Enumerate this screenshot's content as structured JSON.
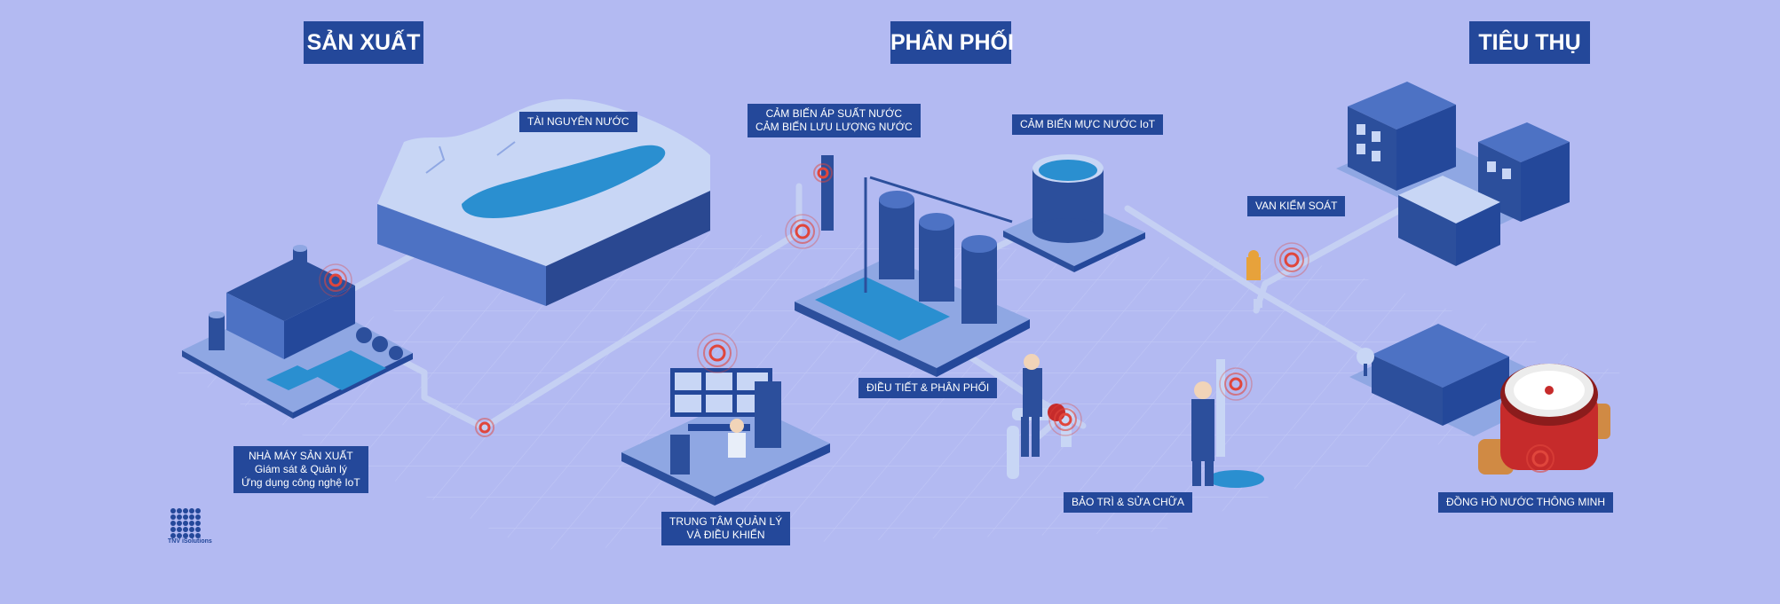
{
  "stages": {
    "production": "SẢN XUẤT",
    "distribution": "PHÂN PHỐI",
    "consumption": "TIÊU THỤ"
  },
  "labels": {
    "water_resource": "TÀI NGUYÊN NƯỚC",
    "pressure_sensor": "CẢM BIẾN ÁP SUẤT NƯỚC",
    "flow_sensor": "CẢM BIẾN LƯU LƯỢNG NƯỚC",
    "level_sensor": "CẢM BIẾN MỰC NƯỚC IoT",
    "control_valve": "VAN KIỂM SOÁT",
    "factory_line1": "NHÀ MÁY SẢN XUẤT",
    "factory_line2": "Giám sát & Quản lý",
    "factory_line3": "Ứng dụng công nghệ IoT",
    "regulation": "ĐIỀU TIẾT & PHÂN PHỐI",
    "control_center_line1": "TRUNG TÂM QUẢN LÝ",
    "control_center_line2": "VÀ ĐIỀU KHIỂN",
    "maintenance": "BẢO TRÌ & SỬA CHỮA",
    "smart_meter": "ĐỒNG HỒ NƯỚC THÔNG MINH"
  },
  "logo": {
    "name": "TNV iSolutions",
    "icon": "dot-grid-logo"
  },
  "colors": {
    "background": "#b3baf2",
    "label_fill": "#24489a",
    "structure_dark": "#2c4f9c",
    "structure_light": "#8fa7e3",
    "water": "#2a8fd0",
    "sensor_ring": "#e0463c",
    "pipe": "#c5d0f3"
  }
}
